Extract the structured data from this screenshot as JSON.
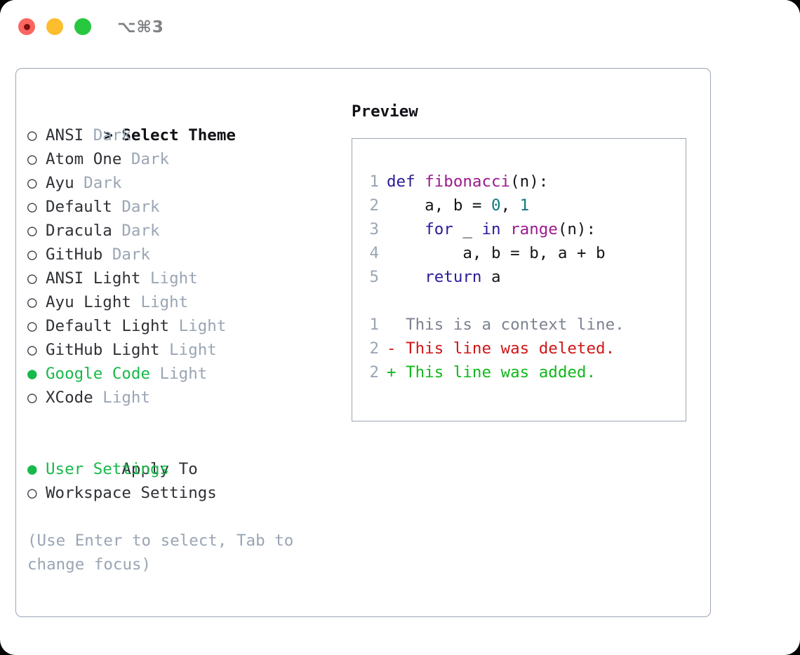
{
  "window": {
    "shortcut": "⌥⌘3",
    "traffic_lights": [
      {
        "name": "close",
        "color": "#fb6560",
        "recording": true
      },
      {
        "name": "minimize",
        "color": "#fcbd2e",
        "recording": false
      },
      {
        "name": "zoom",
        "color": "#27c73f",
        "recording": false
      }
    ]
  },
  "theme_picker": {
    "heading_marker": ">",
    "heading": "Select Theme",
    "selected_marker": "●",
    "unselected_marker": "○",
    "items": [
      {
        "name": "ANSI",
        "kind": "Dark",
        "selected": false
      },
      {
        "name": "Atom One",
        "kind": "Dark",
        "selected": false
      },
      {
        "name": "Ayu",
        "kind": "Dark",
        "selected": false
      },
      {
        "name": "Default",
        "kind": "Dark",
        "selected": false
      },
      {
        "name": "Dracula",
        "kind": "Dark",
        "selected": false
      },
      {
        "name": "GitHub",
        "kind": "Dark",
        "selected": false
      },
      {
        "name": "ANSI Light",
        "kind": "Light",
        "selected": false
      },
      {
        "name": "Ayu Light",
        "kind": "Light",
        "selected": false
      },
      {
        "name": "Default Light",
        "kind": "Light",
        "selected": false
      },
      {
        "name": "GitHub Light",
        "kind": "Light",
        "selected": false
      },
      {
        "name": "Google Code",
        "kind": "Light",
        "selected": true
      },
      {
        "name": "XCode",
        "kind": "Light",
        "selected": false
      }
    ]
  },
  "apply_to": {
    "heading": "Apply To",
    "options": [
      {
        "label": "User Settings",
        "selected": true
      },
      {
        "label": "Workspace Settings",
        "selected": false
      }
    ]
  },
  "hint": "(Use Enter to select, Tab to change focus)",
  "preview": {
    "title": "Preview",
    "code_lines": [
      {
        "num": "1",
        "tokens": [
          {
            "t": "def",
            "c": "kw"
          },
          {
            "t": " ",
            "c": "plain"
          },
          {
            "t": "fibonacci",
            "c": "fn"
          },
          {
            "t": "(n):",
            "c": "punct"
          }
        ]
      },
      {
        "num": "2",
        "tokens": [
          {
            "t": "    a, b = ",
            "c": "plain"
          },
          {
            "t": "0",
            "c": "num"
          },
          {
            "t": ", ",
            "c": "plain"
          },
          {
            "t": "1",
            "c": "num"
          }
        ]
      },
      {
        "num": "3",
        "tokens": [
          {
            "t": "    ",
            "c": "plain"
          },
          {
            "t": "for",
            "c": "kw"
          },
          {
            "t": " _ ",
            "c": "plain"
          },
          {
            "t": "in",
            "c": "kw"
          },
          {
            "t": " ",
            "c": "plain"
          },
          {
            "t": "range",
            "c": "fn"
          },
          {
            "t": "(n):",
            "c": "punct"
          }
        ]
      },
      {
        "num": "4",
        "tokens": [
          {
            "t": "        a, b = b, a + b",
            "c": "plain"
          }
        ]
      },
      {
        "num": "5",
        "tokens": [
          {
            "t": "    ",
            "c": "plain"
          },
          {
            "t": "return",
            "c": "kw"
          },
          {
            "t": " a",
            "c": "plain"
          }
        ]
      }
    ],
    "diff_lines": [
      {
        "num": "1",
        "marker": "  ",
        "text": "This is a context line.",
        "kind": "context"
      },
      {
        "num": "2",
        "marker": "- ",
        "text": "This line was deleted.",
        "kind": "del"
      },
      {
        "num": "2",
        "marker": "+ ",
        "text": "This line was added.",
        "kind": "add"
      }
    ]
  },
  "colors": {
    "accent_green": "#18b94b",
    "muted": "#9aa5b4",
    "text": "#2f3136",
    "keyword": "#2a1b9a",
    "function": "#9c1a8e",
    "number": "#0d7b80",
    "diff_delete": "#cf1616",
    "diff_add": "#12b81c",
    "border": "#9aa5b4"
  }
}
